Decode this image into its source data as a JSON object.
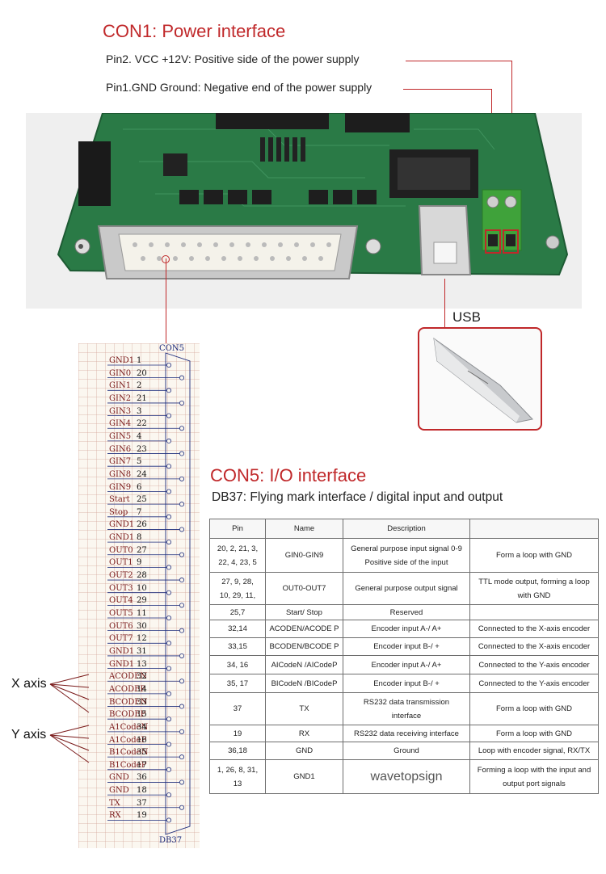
{
  "power": {
    "title_prefix": "CON1:",
    "title_rest": " Power interface",
    "pin2": "Pin2. VCC +12V: Positive  side of the power supply",
    "pin1": "Pin1.GND Ground: Negative end of the power supply"
  },
  "usb_label": "USB",
  "io": {
    "title_prefix": "CON5:",
    "title_rest": " I/O interface",
    "subtitle": "DB37:  Flying mark interface / digital input and output"
  },
  "schematic": {
    "header": "CON5",
    "footer": "DB37",
    "pins": [
      {
        "name": "GND1",
        "num": "1"
      },
      {
        "name": "GIN0",
        "num": "20"
      },
      {
        "name": "GIN1",
        "num": "2"
      },
      {
        "name": "GIN2",
        "num": "21"
      },
      {
        "name": "GIN3",
        "num": "3"
      },
      {
        "name": "GIN4",
        "num": "22"
      },
      {
        "name": "GIN5",
        "num": "4"
      },
      {
        "name": "GIN6",
        "num": "23"
      },
      {
        "name": "GIN7",
        "num": "5"
      },
      {
        "name": "GIN8",
        "num": "24"
      },
      {
        "name": "GIN9",
        "num": "6"
      },
      {
        "name": "Start",
        "num": "25"
      },
      {
        "name": "Stop",
        "num": "7"
      },
      {
        "name": "GND1",
        "num": "26"
      },
      {
        "name": "GND1",
        "num": "8"
      },
      {
        "name": "OUT0",
        "num": "27"
      },
      {
        "name": "OUT1",
        "num": "9"
      },
      {
        "name": "OUT2",
        "num": "28"
      },
      {
        "name": "OUT3",
        "num": "10"
      },
      {
        "name": "OUT4",
        "num": "29"
      },
      {
        "name": "OUT5",
        "num": "11"
      },
      {
        "name": "OUT6",
        "num": "30"
      },
      {
        "name": "OUT7",
        "num": "12"
      },
      {
        "name": "GND1",
        "num": "31"
      },
      {
        "name": "GND1",
        "num": "13"
      },
      {
        "name": "ACODEN",
        "num": "32"
      },
      {
        "name": "ACODEP",
        "num": "14"
      },
      {
        "name": "BCODEN",
        "num": "33"
      },
      {
        "name": "BCODEP",
        "num": "15"
      },
      {
        "name": "A1CodeN",
        "num": "34"
      },
      {
        "name": "A1CodeP",
        "num": "16"
      },
      {
        "name": "B1CodeN",
        "num": "35"
      },
      {
        "name": "B1CodeP",
        "num": "17"
      },
      {
        "name": "GND",
        "num": "36"
      },
      {
        "name": "GND",
        "num": "18"
      },
      {
        "name": "TX",
        "num": "37"
      },
      {
        "name": "RX",
        "num": "19"
      }
    ],
    "x_axis": "X axis",
    "y_axis": "Y axis"
  },
  "table": {
    "headers": [
      "Pin",
      "Name",
      "Description",
      ""
    ],
    "rows": [
      {
        "pin": "20, 2, 21, 3,\n22, 4, 23, 5",
        "name": "GIN0-GIN9",
        "desc": "General purpose input signal 0-9\nPositive side of the input",
        "note": "Form a loop with GND"
      },
      {
        "pin": "27, 9, 28,\n10, 29, 11,",
        "name": "OUT0-OUT7",
        "desc": "General purpose output signal",
        "note": "TTL mode output, forming a loop\nwith GND"
      },
      {
        "pin": "25,7",
        "name": "Start/ Stop",
        "desc": "Reserved",
        "note": ""
      },
      {
        "pin": "32,14",
        "name": "ACODEN/ACODE P",
        "desc": "Encoder input A-/ A+",
        "note": "Connected to the X-axis encoder"
      },
      {
        "pin": "33,15",
        "name": "BCODEN/BCODE P",
        "desc": "Encoder input B-/ +",
        "note": "Connected to the X-axis encoder"
      },
      {
        "pin": "34, 16",
        "name": "AICodeN /AICodeP",
        "desc": "Encoder input A-/ A+",
        "note": "Connected to the Y-axis encoder"
      },
      {
        "pin": "35, 17",
        "name": "BICodeN /BICodeP",
        "desc": "Encoder input B-/ +",
        "note": "Connected to the Y-axis encoder"
      },
      {
        "pin": "37",
        "name": "TX",
        "desc": "RS232 data transmission\ninterface",
        "note": "Form a loop with GND"
      },
      {
        "pin": "19",
        "name": "RX",
        "desc": "RS232 data receiving interface",
        "note": "Form a loop with GND"
      },
      {
        "pin": "36,18",
        "name": "GND",
        "desc": "Ground",
        "note": "Loop with encoder signal, RX/TX"
      },
      {
        "pin": "1, 26, 8, 31,\n13",
        "name": "GND1",
        "desc": "wavetopsign",
        "note": "Forming a loop with the input and\noutput port signals"
      }
    ]
  },
  "colors": {
    "accent": "#c0282a",
    "pcb": "#2a7a46",
    "wire": "#1b2a7a"
  }
}
